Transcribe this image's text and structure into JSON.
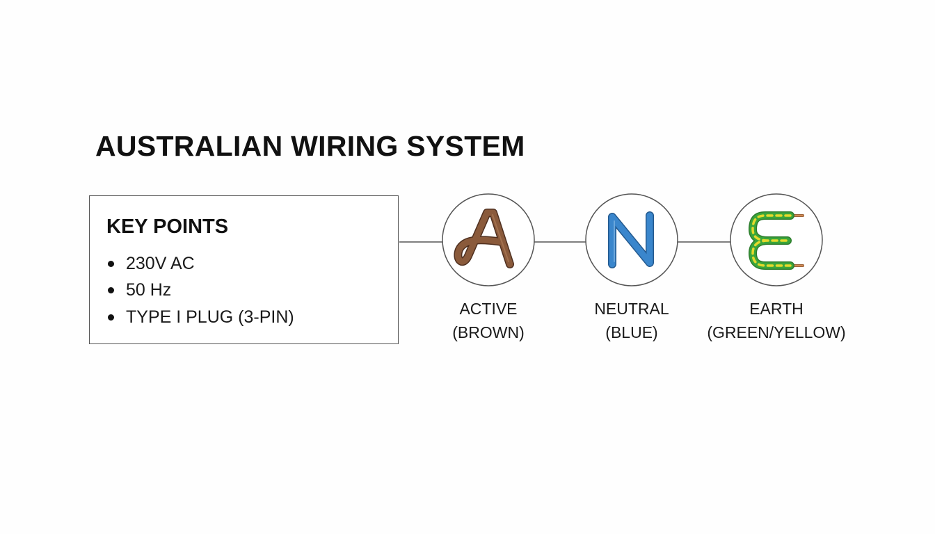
{
  "title": "AUSTRALIAN WIRING SYSTEM",
  "key_points": {
    "heading": "KEY POINTS",
    "items": [
      "230V AC",
      "50 Hz",
      "TYPE I PLUG (3-PIN)"
    ]
  },
  "wires": [
    {
      "name": "ACTIVE",
      "color_name": "(BROWN)",
      "letter_icon": "letter-a-wire-icon",
      "color": "#8a5a3b"
    },
    {
      "name": "NEUTRAL",
      "color_name": "(BLUE)",
      "letter_icon": "letter-n-wire-icon",
      "color": "#3a86cc"
    },
    {
      "name": "EARTH",
      "color_name": "(GREEN/YELLOW)",
      "letter_icon": "letter-e-wire-icon",
      "color": "#3aa63a",
      "stripe_color": "#e3d92c",
      "copper_color": "#cf8a55"
    }
  ],
  "colors": {
    "border": "#555555",
    "connector": "#555555",
    "text": "#111111"
  }
}
